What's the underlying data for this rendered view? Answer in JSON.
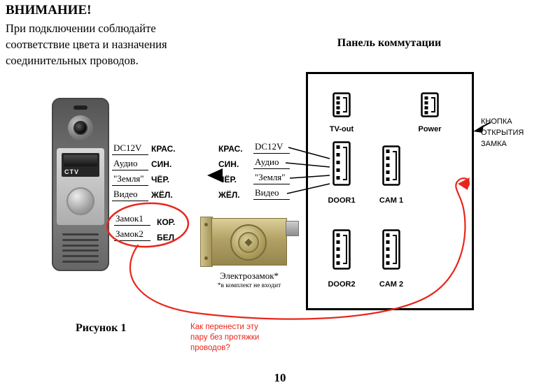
{
  "colors": {
    "annotation_red": "#e8261c",
    "line_black": "#000000"
  },
  "warning": {
    "title": "ВНИМАНИЕ!",
    "lines": [
      "При подключении соблюдайте",
      "соответствие цвета и назначения",
      "соединительных проводов."
    ]
  },
  "device": {
    "brand": "CTV",
    "wires": [
      {
        "signal": "DC12V",
        "color": "КРАС."
      },
      {
        "signal": "Аудио",
        "color": "СИН."
      },
      {
        "signal": "\"Земля\"",
        "color": "ЧЁР."
      },
      {
        "signal": "Видео",
        "color": "ЖЁЛ."
      }
    ],
    "lock_wires": [
      {
        "signal": "Замок1",
        "color": "КОР."
      },
      {
        "signal": "Замок2",
        "color": "БЕЛ."
      }
    ]
  },
  "middle_wires": [
    {
      "color": "КРАС.",
      "signal": "DC12V"
    },
    {
      "color": "СИН.",
      "signal": "Аудио"
    },
    {
      "color": "ЧЁР.",
      "signal": "\"Земля\""
    },
    {
      "color": "ЖЁЛ.",
      "signal": "Видео"
    }
  ],
  "panel": {
    "title": "Панель коммутации",
    "connectors": [
      {
        "label": "TV-out"
      },
      {
        "label": "Power"
      },
      {
        "label": "DOOR1"
      },
      {
        "label": "CAM 1"
      },
      {
        "label": "DOOR2"
      },
      {
        "label": "CAM 2"
      }
    ],
    "unlock_button_note": [
      "КНОПКА",
      "ОТКРЫТИЯ",
      "ЗАМКА"
    ]
  },
  "lock": {
    "label": "Электрозамок*",
    "note": "*в комплект не входит"
  },
  "handwritten_note": {
    "lines": [
      "Как перенести эту",
      "пару без протяжки",
      "проводов?"
    ]
  },
  "figure_caption": "Рисунок 1",
  "page_number": "10"
}
